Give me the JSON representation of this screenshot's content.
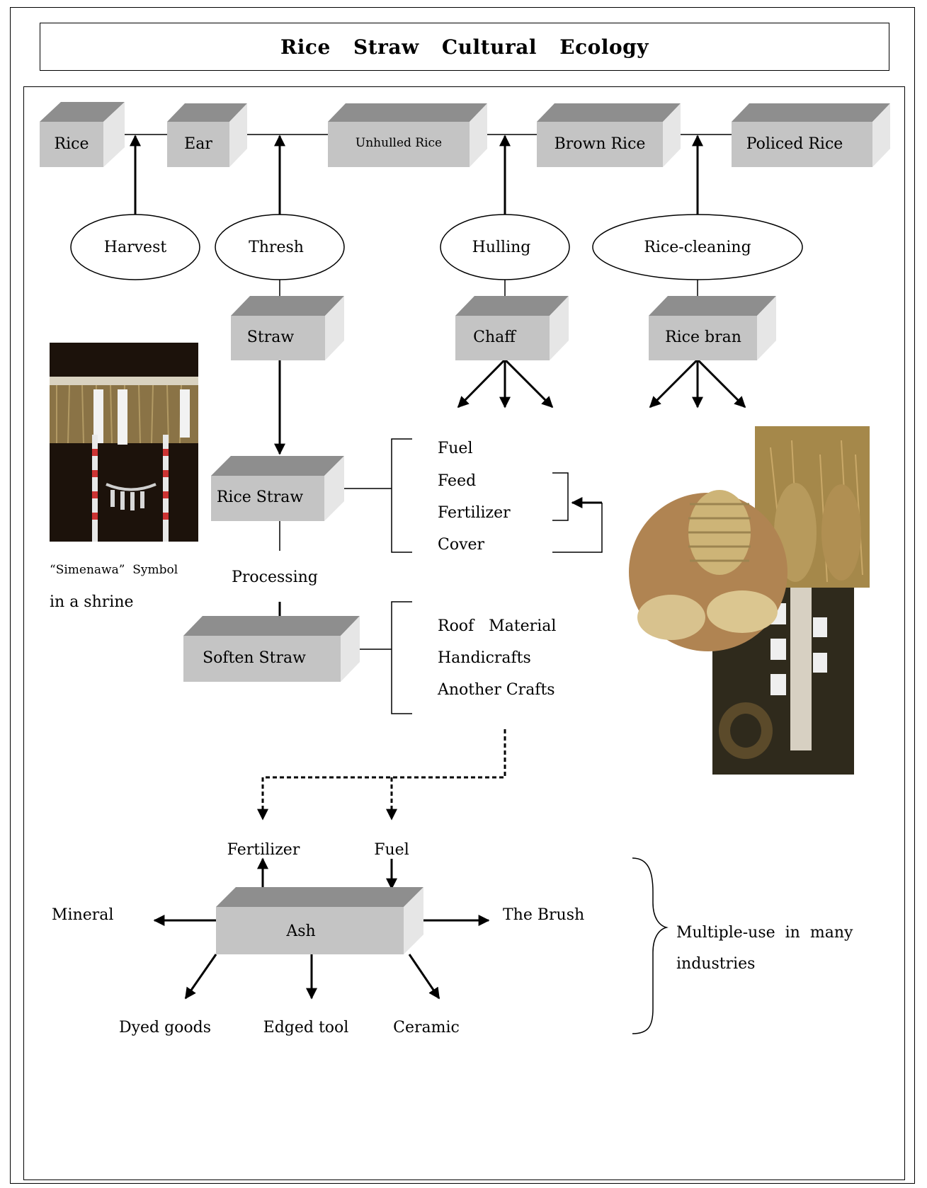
{
  "title": "Rice   Straw   Cultural   Ecology",
  "chain": {
    "rice": "Rice",
    "ear": "Ear",
    "unhulled": "Unhulled Rice",
    "brown": "Brown Rice",
    "policed": "Policed Rice"
  },
  "processes": {
    "harvest": "Harvest",
    "thresh": "Thresh",
    "hulling": "Hulling",
    "rice_cleaning": "Rice-cleaning"
  },
  "byproducts": {
    "straw": "Straw",
    "chaff": "Chaff",
    "rice_bran": "Rice bran"
  },
  "straw_flow": {
    "rice_straw": "Rice Straw",
    "processing": "Processing",
    "soften_straw": "Soften Straw"
  },
  "rice_straw_uses": [
    "Fuel",
    "Feed",
    "Fertilizer",
    "Cover"
  ],
  "soften_straw_uses": [
    "Roof   Material",
    "Handicrafts",
    "Another Crafts"
  ],
  "ash": {
    "box": "Ash",
    "fertilizer": "Fertilizer",
    "fuel": "Fuel",
    "mineral": "Mineral",
    "brush": "The Brush",
    "dyed": "Dyed goods",
    "edged": "Edged tool",
    "ceramic": "Ceramic"
  },
  "brace_note": [
    "Multiple-use  in  many",
    "industries"
  ],
  "caption": [
    "“Simenawa”  Symbol",
    "in a shrine"
  ],
  "colors": {
    "box_front": "#c4c4c4",
    "box_top": "#8e8e8e",
    "box_side": "#e6e6e6",
    "line": "#000000"
  }
}
